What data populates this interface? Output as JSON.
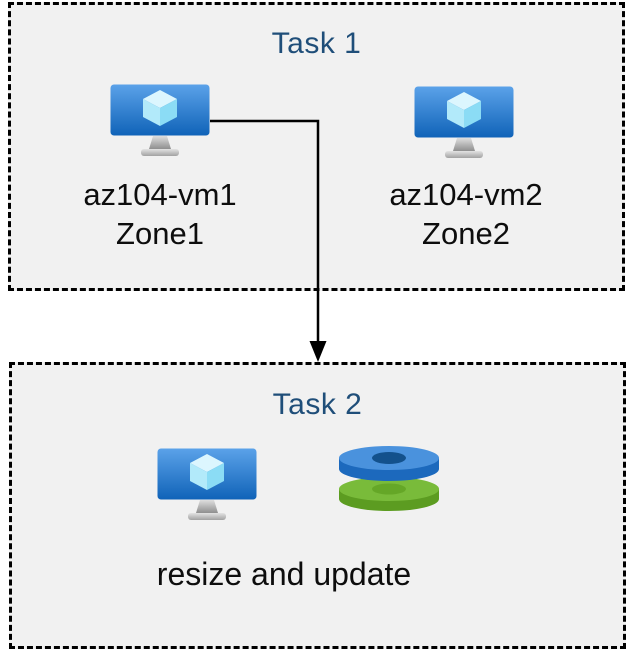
{
  "task1": {
    "title": "Task 1",
    "vms": [
      {
        "name": "az104-vm1",
        "zone": "Zone1",
        "icon": "azure-virtual-machine-icon"
      },
      {
        "name": "az104-vm2",
        "zone": "Zone2",
        "icon": "azure-virtual-machine-icon"
      }
    ]
  },
  "task2": {
    "title": "Task 2",
    "caption": "resize and update",
    "icons": [
      "azure-virtual-machine-icon",
      "azure-disks-icon"
    ]
  },
  "connector": {
    "type": "elbow-arrow",
    "from": "az104-vm1",
    "to": "Task 2"
  },
  "colors": {
    "box_background": "#f1f1f1",
    "box_border": "#000000",
    "title_text": "#1f4e79",
    "label_text": "#0d0d0d",
    "arrow": "#000000",
    "vm_screen_top": "#5ba2e9",
    "vm_screen_bottom": "#1063b8",
    "cube_top": "#dcf6fe",
    "cube_left": "#b2eafa",
    "cube_right": "#8bdcf5",
    "disk_blue_face": "#4a92dd",
    "disk_blue_rim": "#1c69bd",
    "disk_blue_hole": "#13518c",
    "disk_green_face": "#79bb3a",
    "disk_green_rim": "#5c9c21",
    "disk_green_hole": "#65a727"
  }
}
